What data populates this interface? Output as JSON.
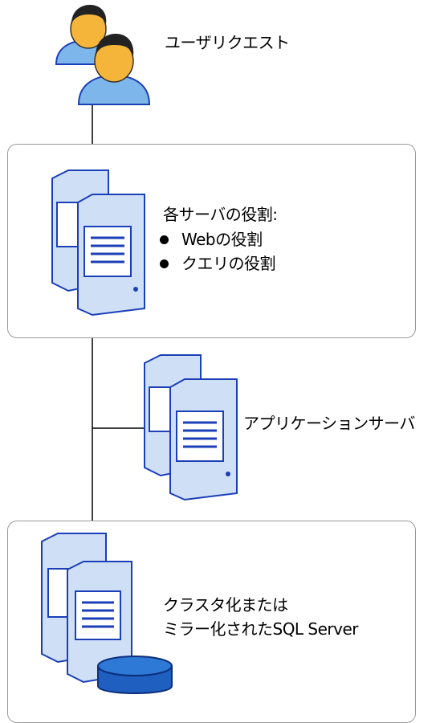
{
  "user_request": {
    "label": "ユーザリクエスト",
    "icon": "users-icon"
  },
  "web_query_tier": {
    "heading": "各サーバの役割:",
    "roles": [
      "Webの役割",
      "クエリの役割"
    ],
    "icon": "server-stack-icon"
  },
  "app_tier": {
    "label": "アプリケーションサーバ",
    "icon": "server-stack-icon"
  },
  "db_tier": {
    "label_line1": "クラスタ化または",
    "label_line2": "ミラー化されたSQL Server",
    "icon": "database-server-icon"
  },
  "colors": {
    "server_fill": "#cfe0f6",
    "server_stroke": "#1b3fb6",
    "database_fill": "#1f5fbf",
    "person_skin": "#f5b53a",
    "person_shirt": "#7db6ea",
    "connector": "#000000",
    "box_border": "#9a9a9a"
  }
}
